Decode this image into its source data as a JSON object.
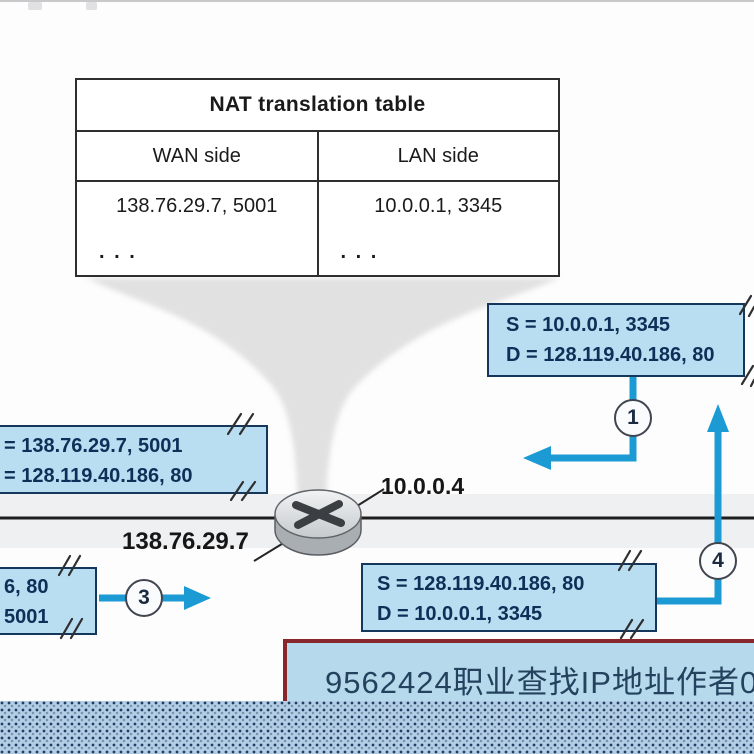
{
  "table": {
    "title": "NAT translation table",
    "columns": [
      "WAN side",
      "LAN side"
    ],
    "row_values": [
      "138.76.29.7, 5001",
      "10.0.0.1, 3345"
    ],
    "ellipsis": [
      ". . .",
      ". . ."
    ]
  },
  "packets": {
    "p1": {
      "line1": "S = 10.0.0.1, 3345",
      "line2": "D = 128.119.40.186, 80"
    },
    "p2": {
      "line1": "= 138.76.29.7, 5001",
      "line2": "= 128.119.40.186, 80"
    },
    "p3": {
      "line1": "6, 80",
      "line2": "5001"
    },
    "p4": {
      "line1": "S = 128.119.40.186, 80",
      "line2": "D = 10.0.0.1, 3345"
    }
  },
  "badges": {
    "step1": "1",
    "step3": "3",
    "step4": "4"
  },
  "labels": {
    "lan_ip": "10.0.0.4",
    "wan_ip": "138.76.29.7"
  },
  "watermark": {
    "text": "9562424职业查找IP地址作者0"
  },
  "colors": {
    "packet_fill": "#b9ddf1",
    "packet_border": "#15375c",
    "packet_text": "#0e2f57",
    "arrow_blue": "#1b9ad4",
    "network_line": "#1e1e1e",
    "funnel_gray": "#d0d0d0",
    "watermark_border": "#87272b",
    "watermark_fill": "#b7d9ec",
    "halftone_base": "#b3cde5"
  }
}
